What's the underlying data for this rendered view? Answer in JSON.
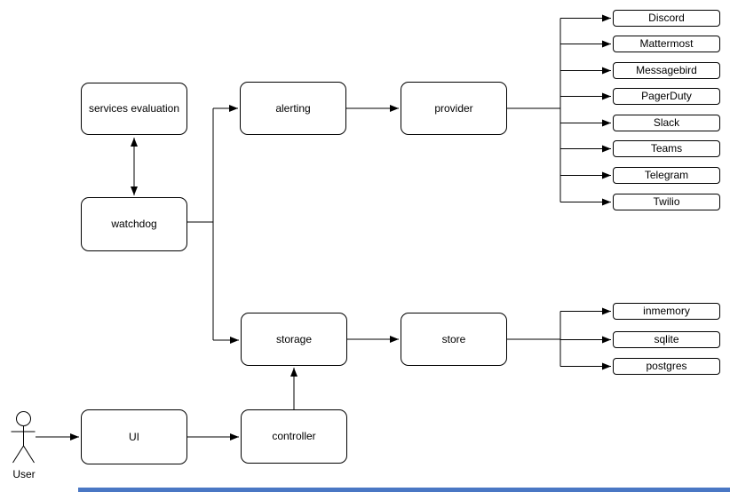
{
  "diagram": {
    "nodes": {
      "services_evaluation": {
        "label": "services evaluation"
      },
      "watchdog": {
        "label": "watchdog"
      },
      "alerting": {
        "label": "alerting"
      },
      "provider": {
        "label": "provider"
      },
      "storage": {
        "label": "storage"
      },
      "store": {
        "label": "store"
      },
      "ui": {
        "label": "UI"
      },
      "controller": {
        "label": "controller"
      }
    },
    "actor": {
      "label": "User"
    },
    "provider_targets": [
      {
        "label": "Discord"
      },
      {
        "label": "Mattermost"
      },
      {
        "label": "Messagebird"
      },
      {
        "label": "PagerDuty"
      },
      {
        "label": "Slack"
      },
      {
        "label": "Teams"
      },
      {
        "label": "Telegram"
      },
      {
        "label": "Twilio"
      }
    ],
    "store_targets": [
      {
        "label": "inmemory"
      },
      {
        "label": "sqlite"
      },
      {
        "label": "postgres"
      }
    ],
    "edges": [
      {
        "from": "services evaluation",
        "to": "watchdog",
        "style": "bidirectional"
      },
      {
        "from": "watchdog",
        "to": "alerting",
        "style": "arrow"
      },
      {
        "from": "watchdog",
        "to": "storage",
        "style": "arrow"
      },
      {
        "from": "alerting",
        "to": "provider",
        "style": "arrow"
      },
      {
        "from": "provider",
        "to": "Discord, Mattermost, Messagebird, PagerDuty, Slack, Teams, Telegram, Twilio",
        "style": "fan-out arrows"
      },
      {
        "from": "storage",
        "to": "store",
        "style": "arrow"
      },
      {
        "from": "store",
        "to": "inmemory, sqlite, postgres",
        "style": "fan-out arrows"
      },
      {
        "from": "User",
        "to": "UI",
        "style": "arrow"
      },
      {
        "from": "UI",
        "to": "controller",
        "style": "arrow"
      },
      {
        "from": "controller",
        "to": "storage",
        "style": "arrow"
      }
    ],
    "colors": {
      "stroke": "#000000",
      "node_fill": "#ffffff",
      "background": "#ffffff",
      "scrollbar": "#4a77c4"
    }
  }
}
